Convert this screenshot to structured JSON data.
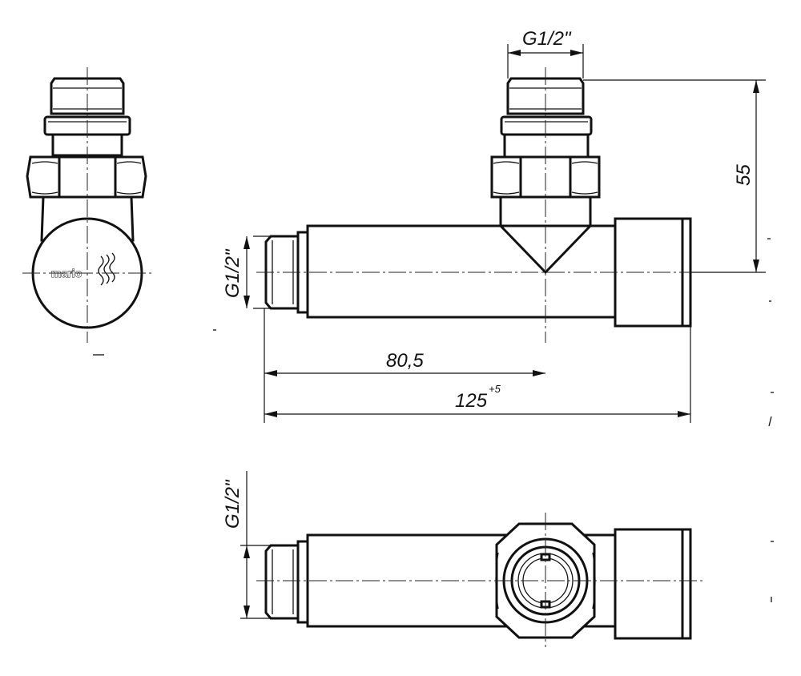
{
  "drawing": {
    "brand_logo": "mario",
    "dimensions": {
      "thread_top": "G1/2\"",
      "thread_side": "G1/2\"",
      "thread_bottom_view": "G1/2\"",
      "height": "55",
      "offset": "80,5",
      "length": "125",
      "length_tolerance": "+5"
    }
  }
}
